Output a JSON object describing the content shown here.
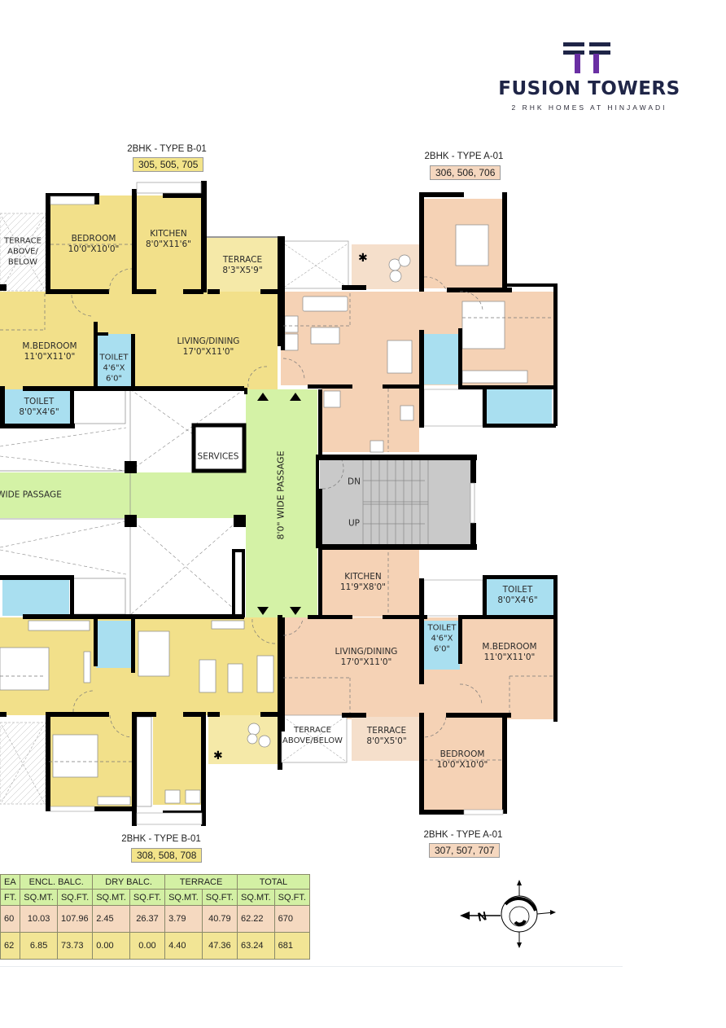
{
  "brand": {
    "name": "FUSION TOWERS",
    "tagline": "2 RHK HOMES AT HINJAWADI",
    "colors": {
      "mark_top": "#1f2547",
      "mark_stem": "#6a2fa3",
      "text": "#1f2547"
    }
  },
  "colors": {
    "unit_b": "#f2e08a",
    "unit_a": "#f5d2b5",
    "toilet": "#a9dff0",
    "passage": "#d4f2a6",
    "staircase": "#c9c9c9",
    "terrace_b": "#f5e9a8",
    "terrace_a": "#f5dfcb",
    "wall": "#000000"
  },
  "units": {
    "top_left": {
      "type": "2BHK - TYPE B-01",
      "numbers": "305, 505, 705",
      "rooms": {
        "terrace_ab": "TERRACE\nABOVE/\nBELOW",
        "bedroom": "BEDROOM",
        "bedroom_size": "10'0\"X10'0\"",
        "kitchen": "KITCHEN",
        "kitchen_size": "8'0\"X11'6\"",
        "terrace": "TERRACE",
        "terrace_size": "8'3\"X5'9\"",
        "mbedroom": "M.BEDROOM",
        "mbedroom_size": "11'0\"X11'0\"",
        "toilet_small": "TOILET",
        "toilet_small_size1": "4'6\"X",
        "toilet_small_size2": "6'0\"",
        "living": "LIVING/DINING",
        "living_size": "17'0\"X11'0\"",
        "toilet": "TOILET",
        "toilet_size": "8'0\"X4'6\""
      }
    },
    "top_right": {
      "type": "2BHK - TYPE A-01",
      "numbers": "306, 506, 706"
    },
    "bottom_left": {
      "type": "2BHK - TYPE B-01",
      "numbers": "308, 508, 708"
    },
    "bottom_right": {
      "type": "2BHK - TYPE A-01",
      "numbers": "307, 507, 707",
      "rooms": {
        "kitchen": "KITCHEN",
        "kitchen_size": "11'9\"X8'0\"",
        "toilet": "TOILET",
        "toilet_size": "8'0\"X4'6\"",
        "toilet_small": "TOILET",
        "toilet_small_size1": "4'6\"X",
        "toilet_small_size2": "6'0\"",
        "living": "LIVING/DINING",
        "living_size": "17'0\"X11'0\"",
        "mbedroom": "M.BEDROOM",
        "mbedroom_size": "11'0\"X11'0\"",
        "terrace_ab": "TERRACE\nABOVE/BELOW",
        "terrace": "TERRACE",
        "terrace_size": "8'0\"X5'0\"",
        "bedroom": "BEDROOM",
        "bedroom_size": "10'0\"X10'0\""
      }
    }
  },
  "common": {
    "services": "SERVICES",
    "horizontal_passage": "WIDE PASSAGE",
    "vertical_passage": "8'0\" WIDE PASSAGE",
    "stair_dn": "DN",
    "stair_up": "UP"
  },
  "area_table": {
    "group_headers": [
      "EA",
      "ENCL. BALC.",
      "DRY BALC.",
      "TERRACE",
      "TOTAL"
    ],
    "sub_headers": [
      "FT.",
      "SQ.MT.",
      "SQ.FT.",
      "SQ.MT.",
      "SQ.FT.",
      "SQ.MT.",
      "SQ.FT.",
      "SQ.MT.",
      "SQ.FT."
    ],
    "rows": [
      [
        "60",
        "10.03",
        "107.96",
        "2.45",
        "26.37",
        "3.79",
        "40.79",
        "62.22",
        "670"
      ],
      [
        "62",
        "6.85",
        "73.73",
        "0.00",
        "0.00",
        "4.40",
        "47.36",
        "63.24",
        "681"
      ]
    ]
  },
  "compass": {
    "north_label": "N"
  }
}
